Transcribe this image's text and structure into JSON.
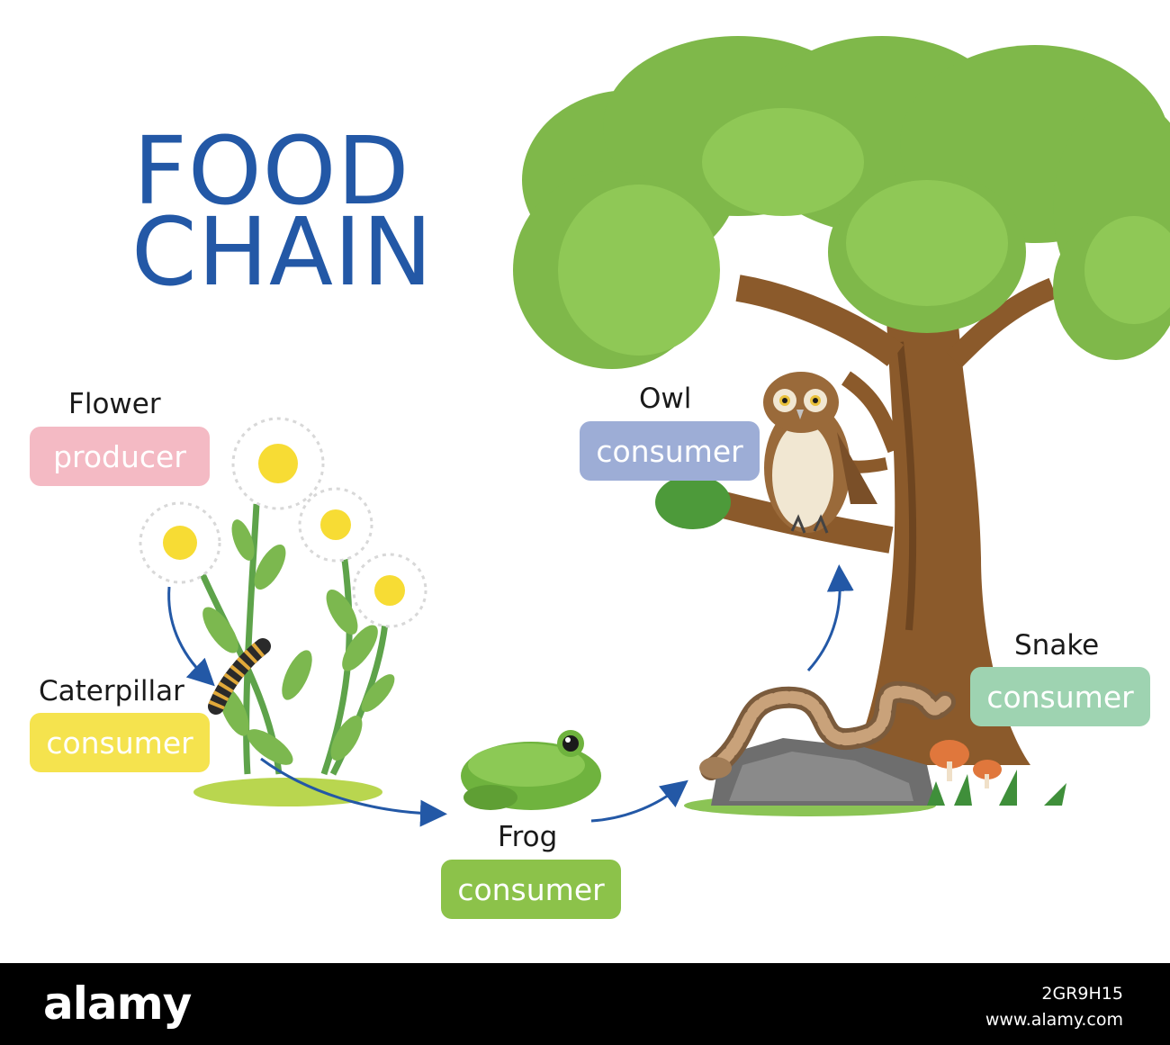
{
  "title": [
    "FOOD",
    "CHAIN"
  ],
  "organisms": [
    {
      "name": "Flower",
      "role": "producer",
      "color": "#f4bac4"
    },
    {
      "name": "Caterpillar",
      "role": "consumer",
      "color": "#f5e34e"
    },
    {
      "name": "Frog",
      "role": "consumer",
      "color": "#8cc24a"
    },
    {
      "name": "Snake",
      "role": "consumer",
      "color": "#9ed3b1"
    },
    {
      "name": "Owl",
      "role": "consumer",
      "color": "#9dadd6"
    }
  ],
  "footer": {
    "logo": "alamy",
    "image_id": "2GR9H15",
    "site": "www.alamy.com"
  },
  "colors": {
    "title": "#2358a6",
    "arrow": "#2358a6",
    "footer_bg": "#000000"
  }
}
